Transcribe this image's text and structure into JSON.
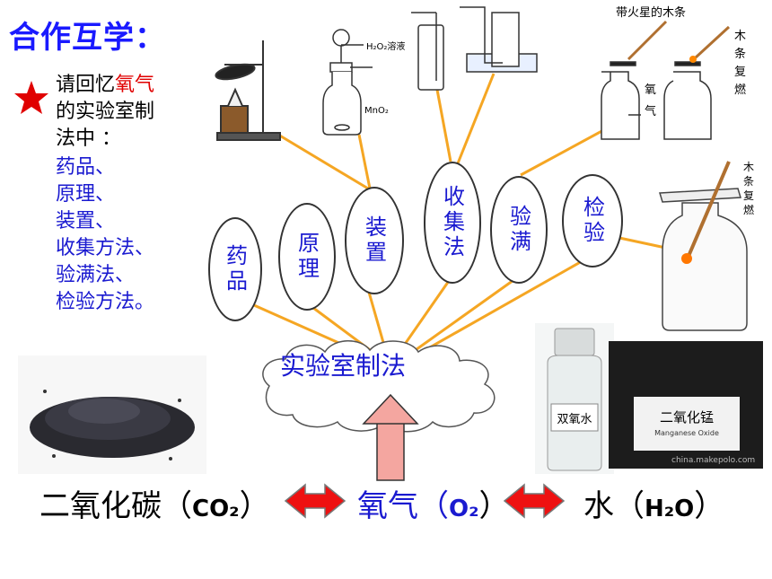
{
  "title": "合作互学：",
  "intro": {
    "line1_prefix": "请回忆",
    "line1_highlight": "氧气",
    "line2": "的实验室制",
    "line3": "法中 ："
  },
  "items": [
    "药品、",
    "原理、",
    "装置、",
    "收集方法、",
    "验满法、",
    "检验方法。"
  ],
  "ovals": [
    "药品",
    "原理",
    "装置",
    "收集法",
    "验满",
    "检验"
  ],
  "cloud_label": "实验室制法",
  "apparatus_labels": {
    "h2o2": "H₂O₂溶液",
    "mno2": "MnO₂"
  },
  "splint_top": "带火星的木条",
  "splint_top_side": "木条复燃",
  "oxygen_label": "氧气",
  "splint_right_side": "木条复燃",
  "bottle_label": "双氧水",
  "mno2_photo_label": "二氧化锰",
  "mno2_photo_sub": "Manganese Oxide",
  "watermark": "china.makepolo.com",
  "formulas": {
    "co2_text": "二氧化碳（",
    "co2_formula": "CO₂",
    "close": "）",
    "o2_text": "氧气（",
    "o2_formula": "O₂",
    "h2o_text": "水（",
    "h2o_formula": "H₂O"
  },
  "colors": {
    "title": "#1a1aff",
    "accent_red": "#e00000",
    "blue_text": "#1a1ad0",
    "connector": "#f5a623",
    "arrow_red": "#ee1111",
    "up_arrow": "#f4a6a0"
  }
}
